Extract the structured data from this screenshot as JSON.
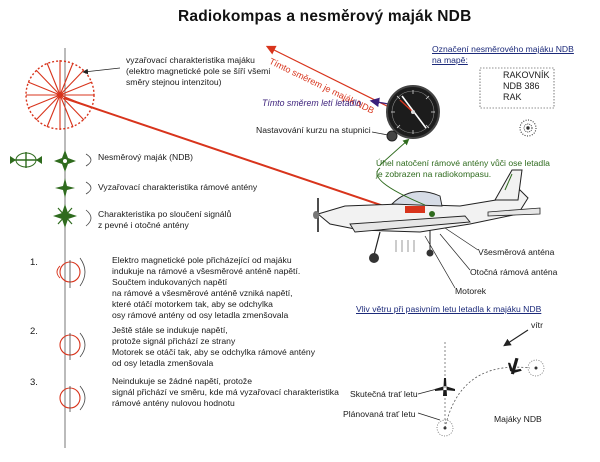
{
  "title": "Radiokompas a nesměrový maják NDB",
  "labels": {
    "vyzarovaci": "vyzařovací charakteristika majáku",
    "vyzarovaci2": "(elektro magnetické pole se šíří všemi",
    "vyzarovaci3": "směry stejnou intenzitou)",
    "timto_smerem_majak": "Tímto směrem je maják NDB",
    "timto_smerem_leti": "Tímto směrem letí letadlo",
    "nastavovani": "Nastavování kurzu na stupnici",
    "oznaceni1": "Označení nesměrového majáku  NDB",
    "oznaceni2": "na mapě:",
    "map_rak1": "RAKOVNÍK",
    "map_rak2": "NDB 386",
    "map_rak3": "RAK",
    "nesmerovy": "Nesměrový maják (NDB)",
    "uhel1": "Úhel natočení rámové antény vůči ose letadla",
    "uhel2": "je zobrazen na radiokompasu.",
    "vyz_ramove": "Vyzařovací charakteristika rámové antény",
    "charakteristika1": "Charakteristika po sloučení signálů",
    "charakteristika2": "z pevné i otočné antény",
    "vsesmerova": "Všesměrová anténa",
    "otocna": "Otočná rámová anténa",
    "motorek": "Motorek",
    "step1_num": "1.",
    "step1": [
      "Elektro magnetické pole přicházející od majáku",
      "indukuje na rámové a všesměrové anténě napětí.",
      "Součtem indukovaných napětí",
      "na rámové a všesměrové anténě vzniká napětí,",
      "které otáčí motorkem tak, aby se odchylka",
      "osy rámové antény od osy letadla zmenšovala"
    ],
    "step2_num": "2.",
    "step2": [
      "Ještě stále se indukuje napětí,",
      "protože signál přichází ze strany",
      "Motorek se otáčí tak, aby se odchylka rámové antény",
      "od osy letadla zmenšovala"
    ],
    "step3_num": "3.",
    "step3": [
      "Neindukuje se žádné napětí, protože",
      "signál přichází ve směru, kde má vyzařovací charakteristika",
      "rámové antény nulovou hodnotu"
    ],
    "vliv": "Vliv větru při pasivním letu letadla k majáku NDB",
    "vitr": "vítr",
    "skutecna": "Skutečná trať letu",
    "planovana": "Plánovaná trať letu",
    "majaky": "Majáky NDB"
  },
  "colors": {
    "red": "#d8341c",
    "purple": "#3a1f7a",
    "green": "#2f6b1e",
    "dark": "#1a1a1a"
  }
}
